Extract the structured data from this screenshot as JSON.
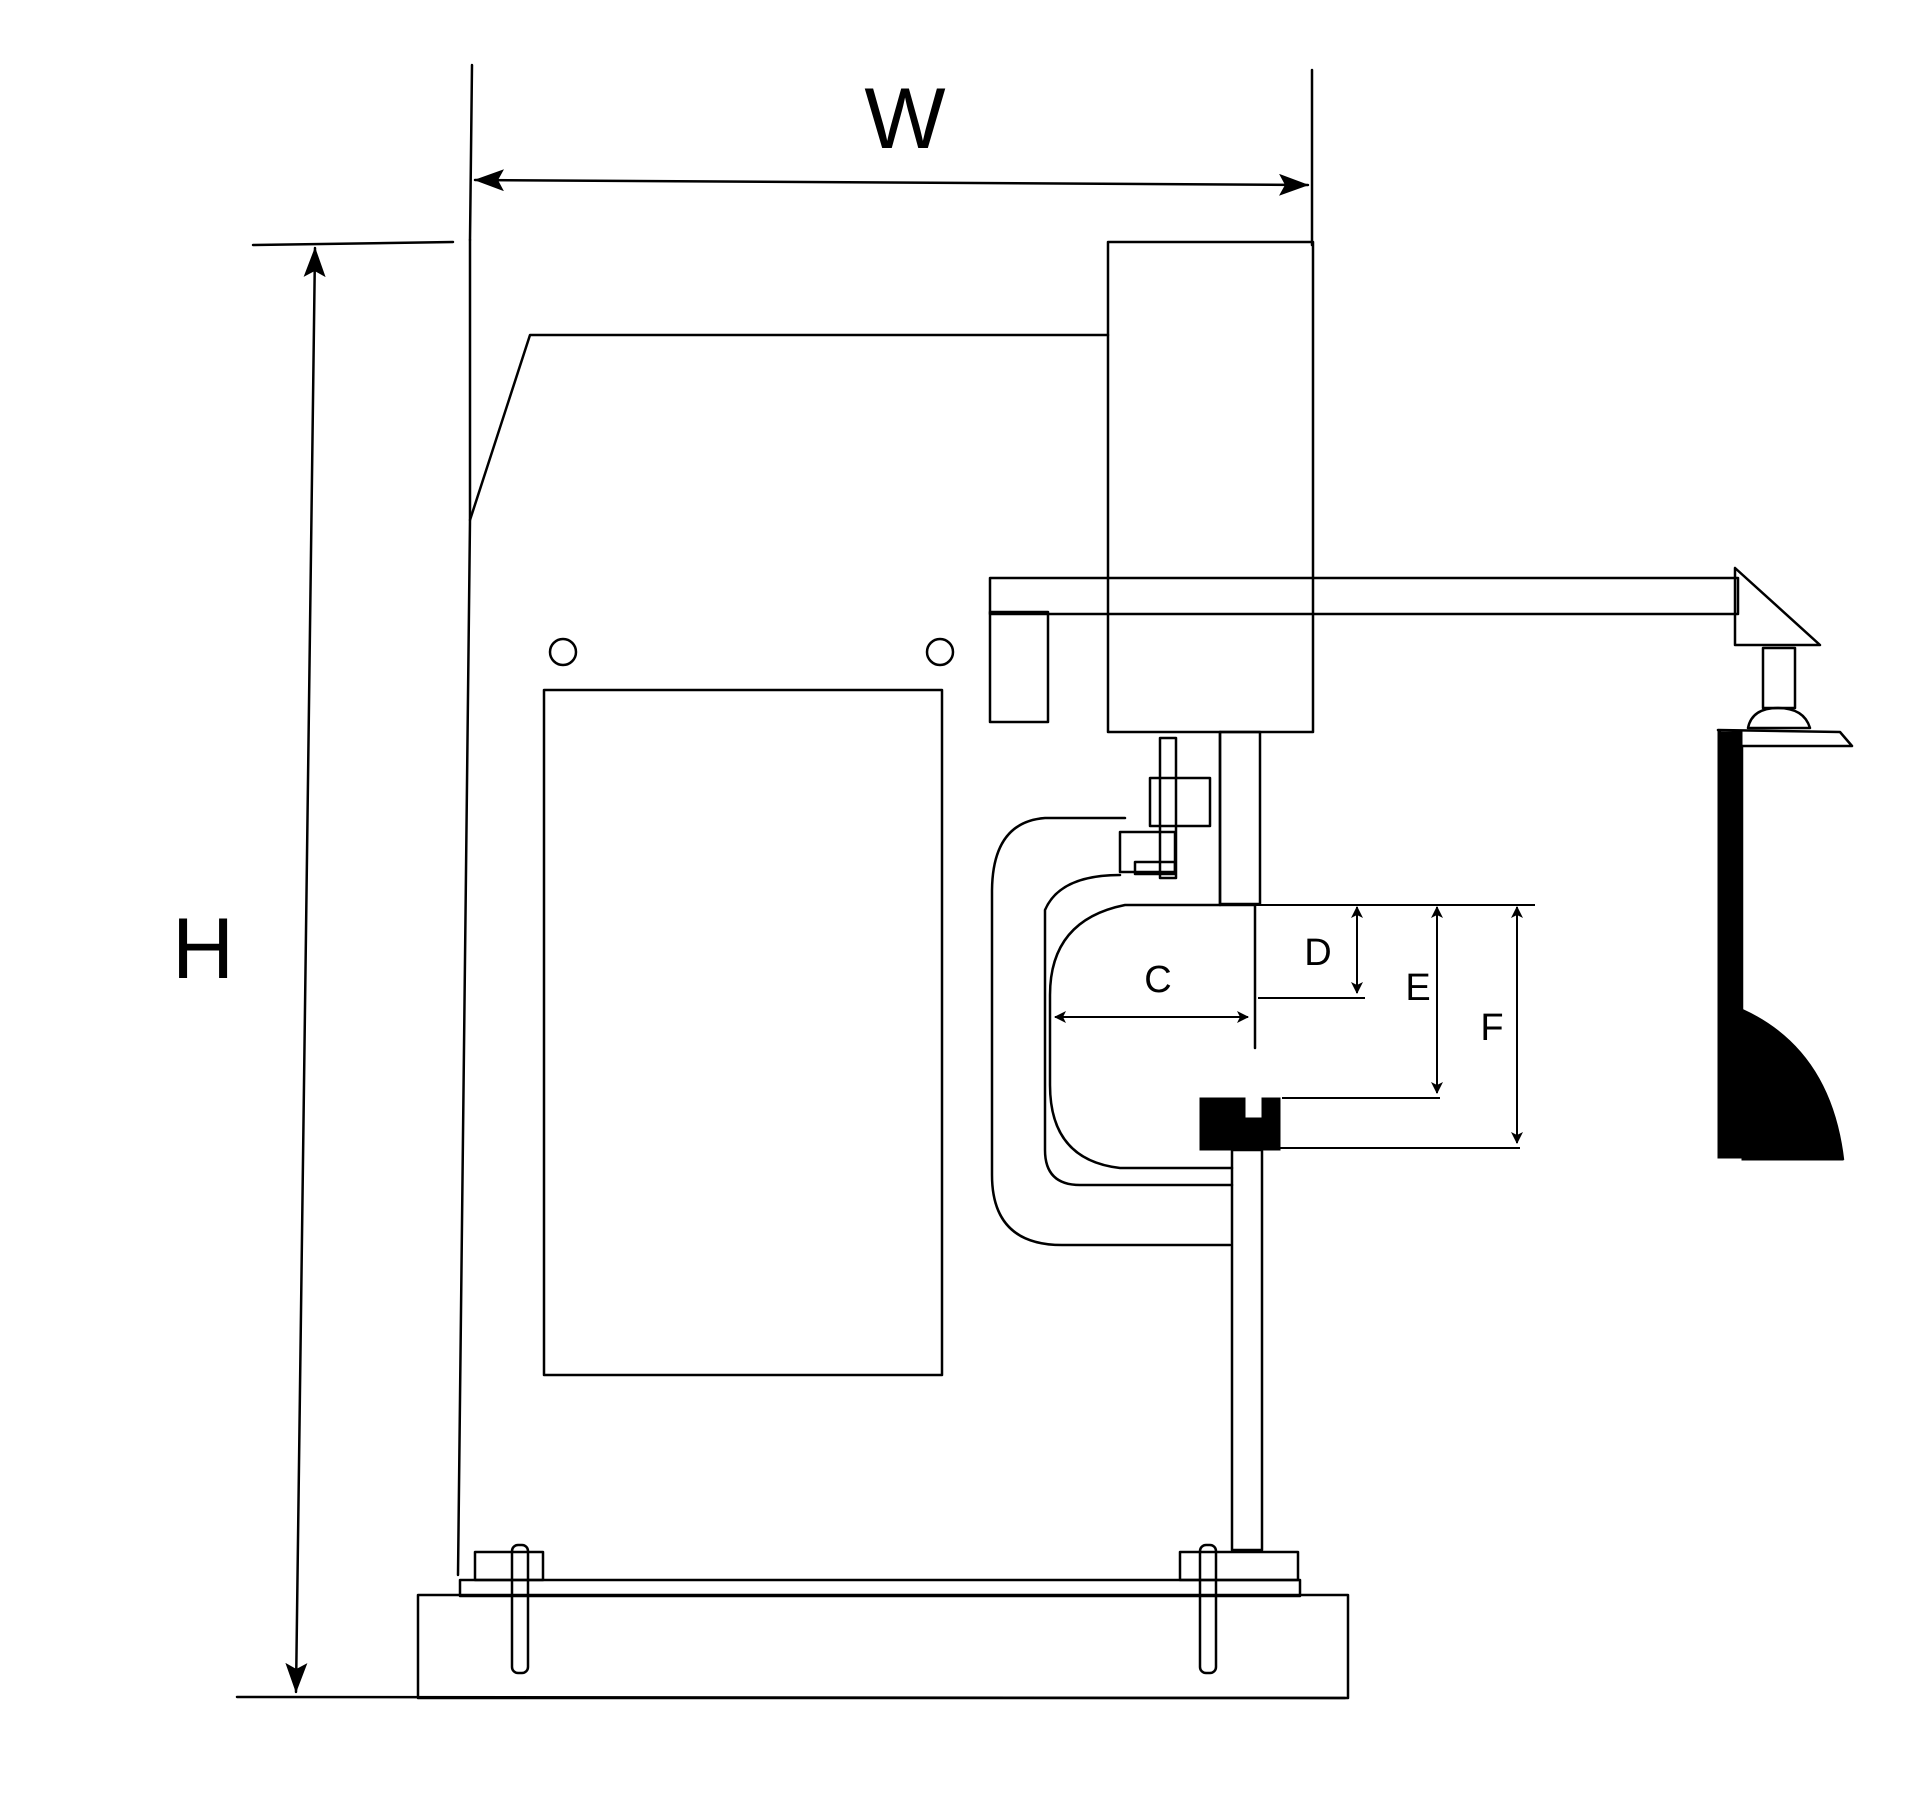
{
  "labels": {
    "width": "W",
    "height": "H",
    "c": "C",
    "d": "D",
    "e": "E",
    "f": "F"
  },
  "colors": {
    "line": "#000000",
    "background": "#ffffff"
  }
}
